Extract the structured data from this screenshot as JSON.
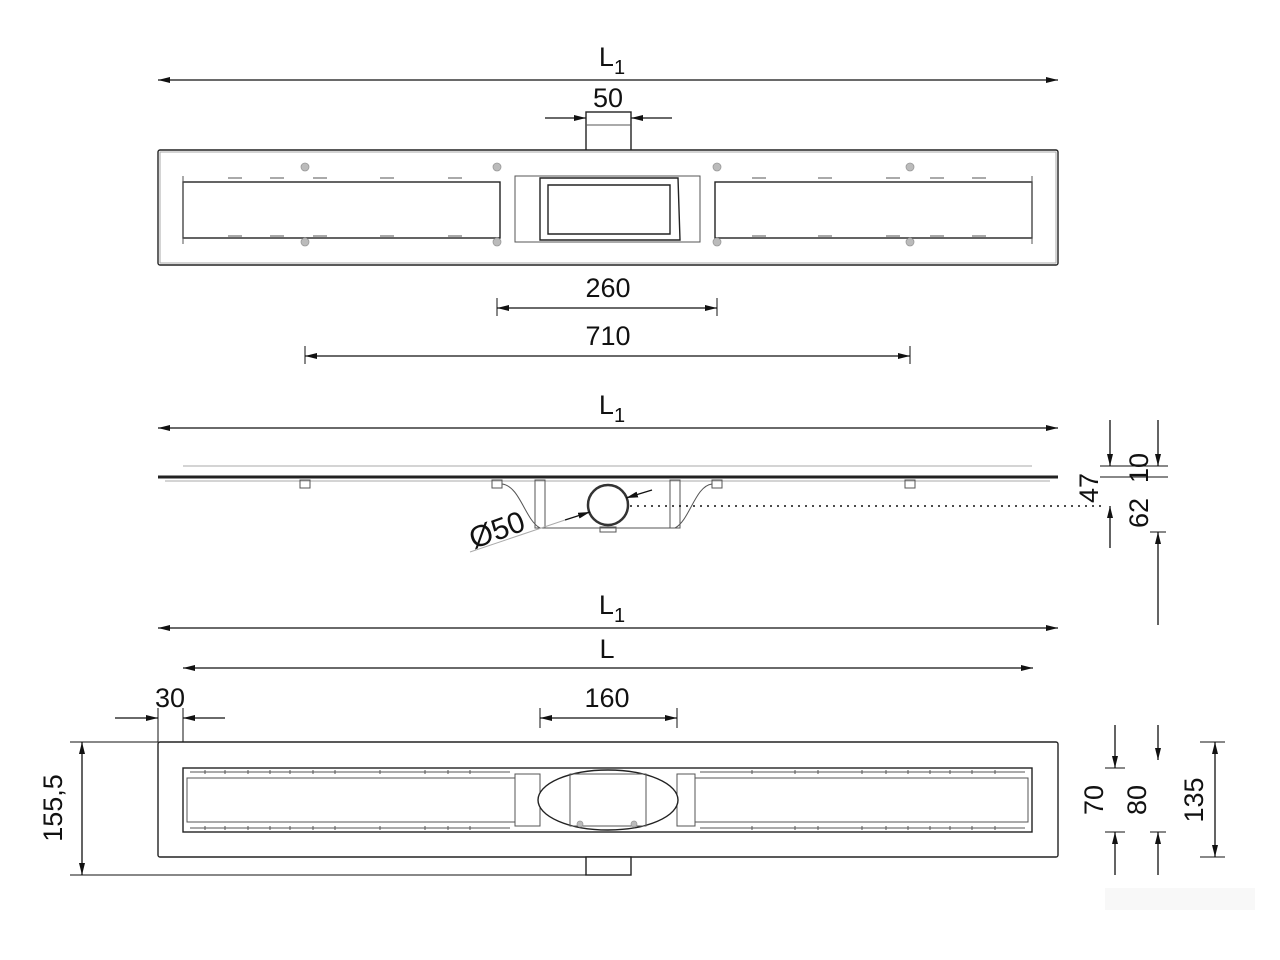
{
  "title": "Linear shower drain dimension drawing",
  "top_view": {
    "overall_length": {
      "main": "L",
      "sub": "1"
    },
    "outlet_width": "50",
    "dim_260": "260",
    "dim_710": "710"
  },
  "side_view": {
    "overall_length": {
      "main": "L",
      "sub": "1"
    },
    "dim_47": "47",
    "dim_10": "10",
    "dim_62": "62",
    "outlet_diameter": "Ø50"
  },
  "bottom_view": {
    "overall_length": {
      "main": "L",
      "sub": "1"
    },
    "grate_length": "L",
    "dim_30": "30",
    "dim_160": "160",
    "dim_155_5": "155,5",
    "dim_70": "70",
    "dim_80": "80",
    "dim_135": "135"
  }
}
